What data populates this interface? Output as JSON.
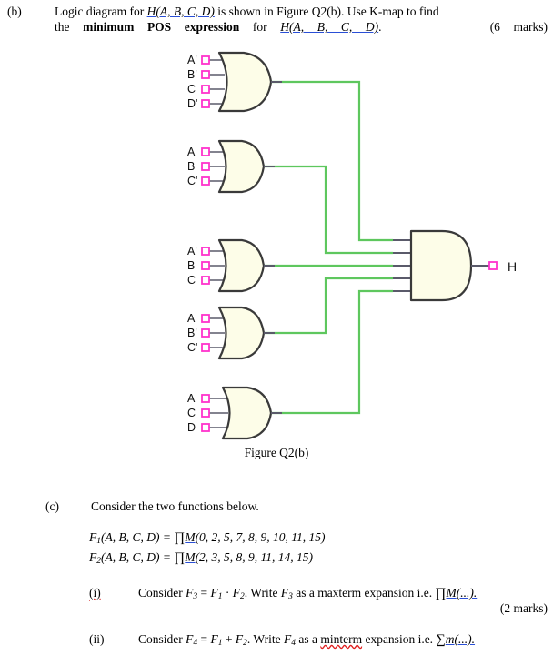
{
  "part_b": {
    "label": "(b)",
    "line1_pre": "Logic diagram for ",
    "line1_func": "H(A, B, C, D)",
    "line1_mid": " is shown in Figure Q2(b). Use K-map to find",
    "line2_pre": "the ",
    "line2_bold": "minimum POS expression",
    "line2_mid": " for ",
    "line2_func": "H(A, B, C, D)",
    "line2_end": ".",
    "marks": "(6 marks)"
  },
  "figure": {
    "caption": "Figure Q2(b)",
    "output_label": "H",
    "gates": [
      {
        "type": "OR",
        "inputs": [
          "A'",
          "B'",
          "C",
          "D'"
        ]
      },
      {
        "type": "OR",
        "inputs": [
          "A",
          "B",
          "C'"
        ]
      },
      {
        "type": "OR",
        "inputs": [
          "A'",
          "B",
          "C"
        ]
      },
      {
        "type": "OR",
        "inputs": [
          "A",
          "B'",
          "C'"
        ]
      },
      {
        "type": "OR",
        "inputs": [
          "A",
          "C",
          "D"
        ]
      }
    ],
    "output_gate": {
      "type": "AND",
      "input_count": 5
    },
    "colors": {
      "gate_fill": "#fdfde8",
      "gate_outline": "#3a3a3a",
      "wire": "#5ec75e",
      "pin": "#ff33cc",
      "pin_fill": "#ffffff",
      "lead": "#5a5a6a"
    }
  },
  "part_c": {
    "label": "(c)",
    "intro": "Consider the two functions below.",
    "equations": [
      {
        "name": "F",
        "sub": "1",
        "args": "(A, B, C, D)",
        "eq": " = ",
        "op": "∏",
        "m": "M",
        "terms": "(0, 2, 5, 7, 8, 9, 10, 11, 15)"
      },
      {
        "name": "F",
        "sub": "2",
        "args": "(A, B, C, D)",
        "eq": " = ",
        "op": "∏",
        "m": "M",
        "terms": "(2, 3, 5, 8, 9, 11, 14, 15)"
      }
    ],
    "items": [
      {
        "label": "(i)",
        "text_pre": "Consider ",
        "f_res": "F3",
        "mid1": " = ",
        "f_a": "F1",
        "op": " · ",
        "f_b": "F2",
        "mid2": ". Write ",
        "f_res2": "F3",
        "mid3": " as a maxterm expansion i.e. ",
        "sym": "∏",
        "sym_m": "M",
        "sym_tail": "(...).",
        "marks": "(2 marks)"
      },
      {
        "label": "(ii)",
        "text_pre": "Consider ",
        "f_res": "F4",
        "mid1": " = ",
        "f_a": "F1",
        "op": " + ",
        "f_b": "F2",
        "mid2": ". Write ",
        "f_res2": "F4",
        "mid3": " as a minterm expansion i.e. ",
        "sym": "∑",
        "sym_m": "m",
        "sym_tail": "(...).",
        "marks": ""
      }
    ]
  }
}
